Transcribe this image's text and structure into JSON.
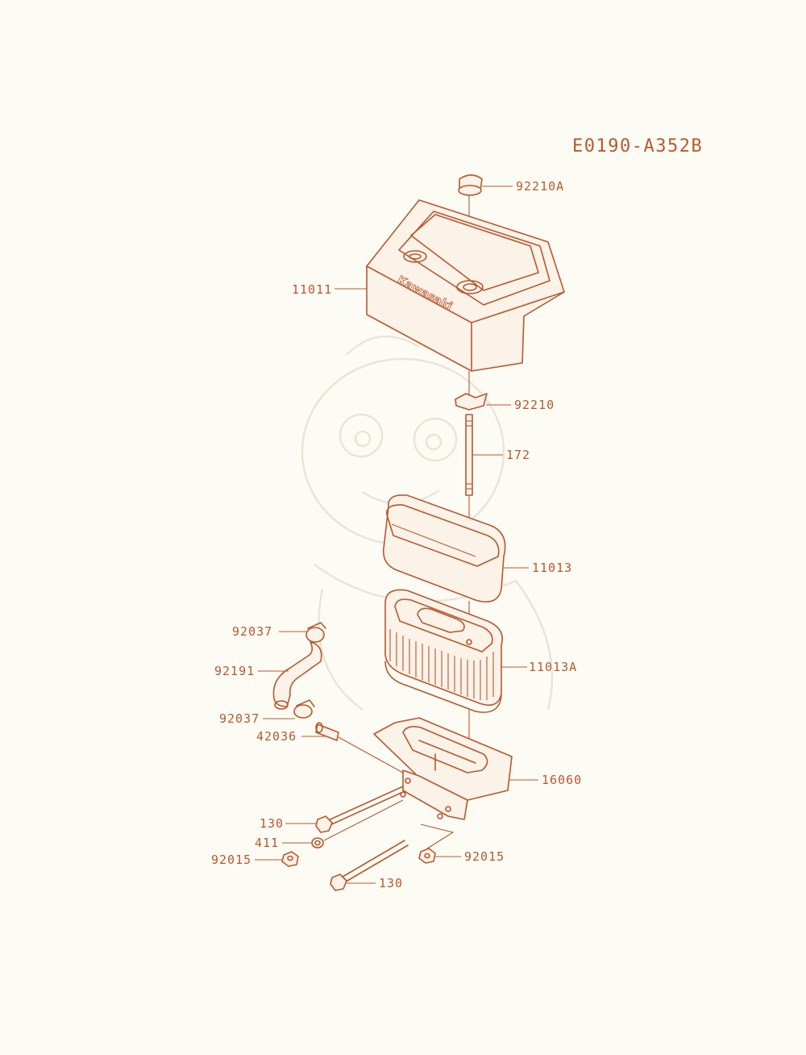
{
  "diagram_code": "E0190-A352B",
  "brand_logo": "Kawasaki",
  "colors": {
    "ink": "#b8582e",
    "paper": "#fdfcf4"
  },
  "parts": [
    {
      "id": "p92210A",
      "label": "92210A"
    },
    {
      "id": "p11011",
      "label": "11011"
    },
    {
      "id": "p92210",
      "label": "92210"
    },
    {
      "id": "p172",
      "label": "172"
    },
    {
      "id": "p11013",
      "label": "11013"
    },
    {
      "id": "p92037a",
      "label": "92037"
    },
    {
      "id": "p92191",
      "label": "92191"
    },
    {
      "id": "p11013A",
      "label": "11013A"
    },
    {
      "id": "p92037b",
      "label": "92037"
    },
    {
      "id": "p42036",
      "label": "42036"
    },
    {
      "id": "p16060",
      "label": "16060"
    },
    {
      "id": "p130a",
      "label": "130"
    },
    {
      "id": "p411",
      "label": "411"
    },
    {
      "id": "p92015a",
      "label": "92015"
    },
    {
      "id": "p92015b",
      "label": "92015"
    },
    {
      "id": "p130b",
      "label": "130"
    }
  ]
}
